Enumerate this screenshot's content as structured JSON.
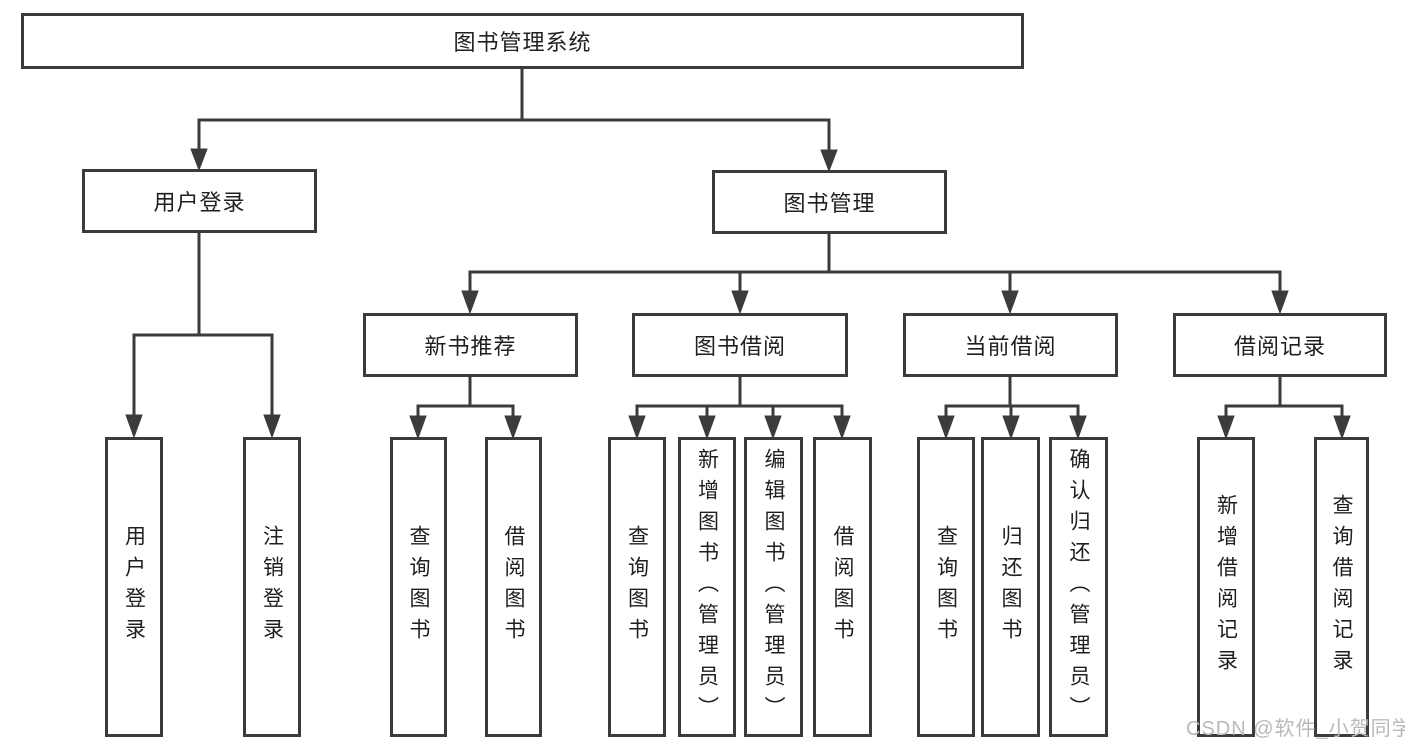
{
  "diagram_type": "hierarchy-tree",
  "colors": {
    "line": "#3b3b3b",
    "border": "#3b3b3b",
    "text": "#1f1f1f",
    "box_fill": "#ffffff",
    "background": "#ffffff",
    "watermark": "#b9b9b9"
  },
  "tree": {
    "label": "图书管理系统",
    "children": [
      {
        "label": "用户登录",
        "children": [
          {
            "label": "用户登录"
          },
          {
            "label": "注销登录"
          }
        ]
      },
      {
        "label": "图书管理",
        "children": [
          {
            "label": "新书推荐",
            "children": [
              {
                "label": "查询图书"
              },
              {
                "label": "借阅图书"
              }
            ]
          },
          {
            "label": "图书借阅",
            "children": [
              {
                "label": "查询图书"
              },
              {
                "label": "新增图书（管理员）"
              },
              {
                "label": "编辑图书（管理员）"
              },
              {
                "label": "借阅图书"
              }
            ]
          },
          {
            "label": "当前借阅",
            "children": [
              {
                "label": "查询图书"
              },
              {
                "label": "归还图书"
              },
              {
                "label": "确认归还（管理员）"
              }
            ]
          },
          {
            "label": "借阅记录",
            "children": [
              {
                "label": "新增借阅记录"
              },
              {
                "label": "查询借阅记录"
              }
            ]
          }
        ]
      }
    ]
  },
  "watermark": "CSDN @软件_小贺同学"
}
